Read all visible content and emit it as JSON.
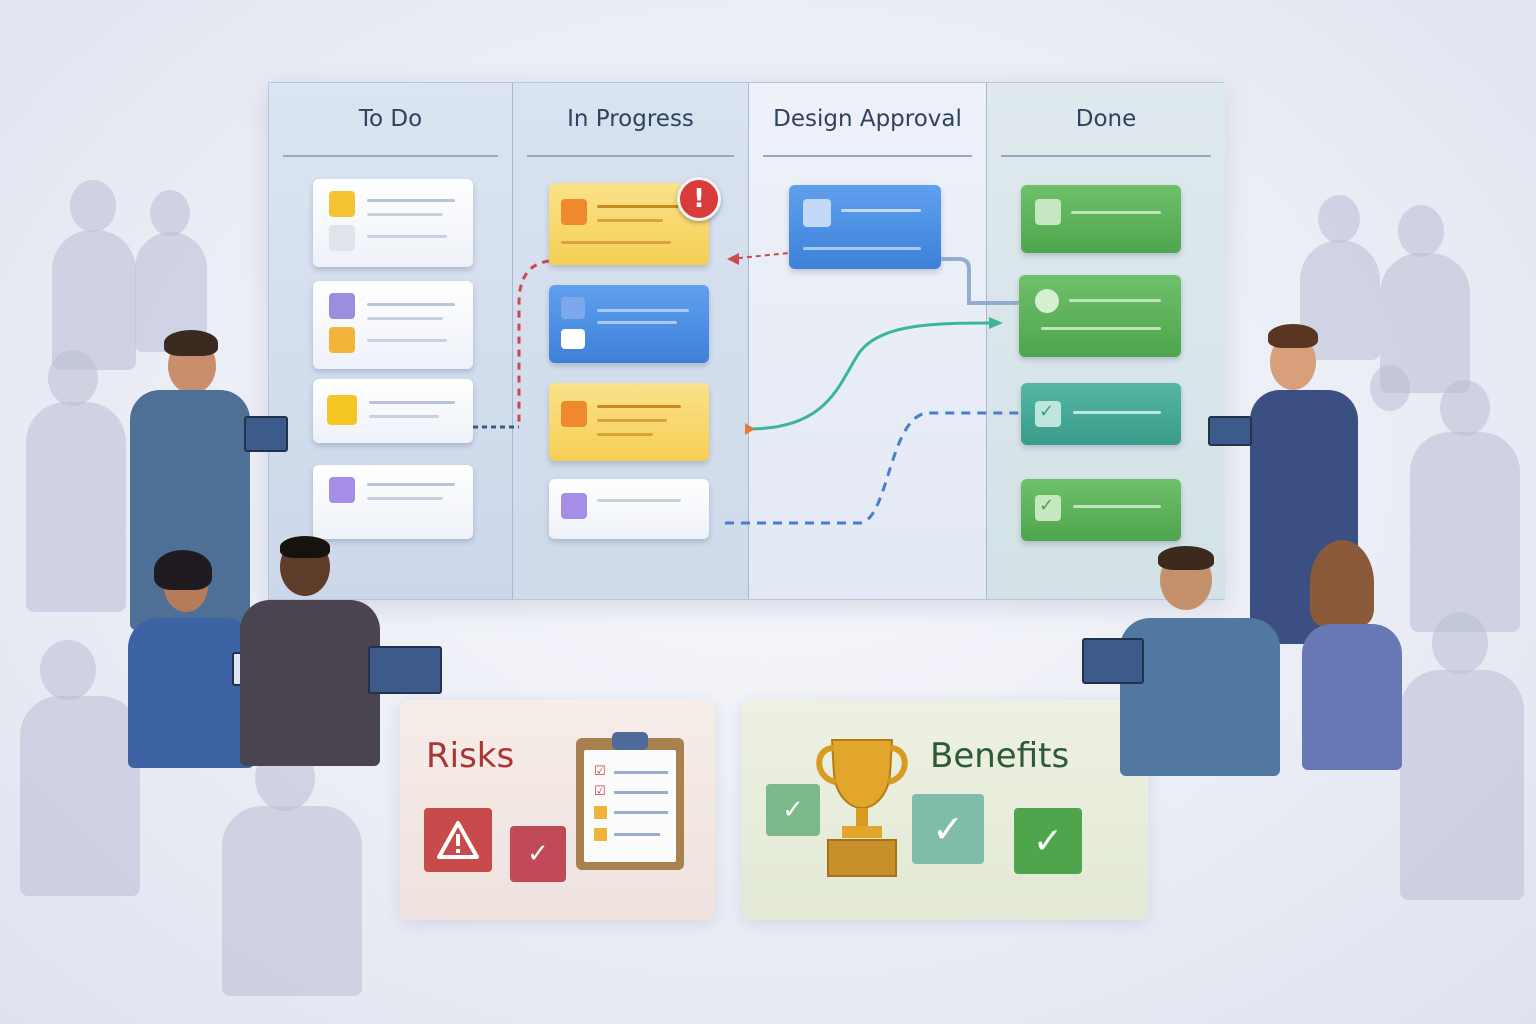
{
  "board": {
    "columns": [
      {
        "label": "To Do"
      },
      {
        "label": "In Progress"
      },
      {
        "label": "Design Approval"
      },
      {
        "label": "Done"
      }
    ]
  },
  "panels": {
    "risks": {
      "title": "Risks"
    },
    "benefits": {
      "title": "Benefits"
    }
  },
  "icons": {
    "alert": "exclamation-icon",
    "warning": "warning-triangle-icon",
    "check": "checkmark-icon",
    "clipboard": "clipboard-checklist-icon",
    "trophy": "trophy-icon"
  },
  "colors": {
    "todo_header": "#2f4260",
    "risks_title": "#a93535",
    "benefits_title": "#2c5a38",
    "card_yellow": "#f5cf55",
    "card_blue": "#3d80d8",
    "card_green": "#4ea54c",
    "card_teal": "#3a9b8a",
    "alert_red": "#d93a3a",
    "connector_red": "#c94a4a",
    "connector_teal": "#3db59a",
    "connector_blue": "#4a7fc8"
  }
}
